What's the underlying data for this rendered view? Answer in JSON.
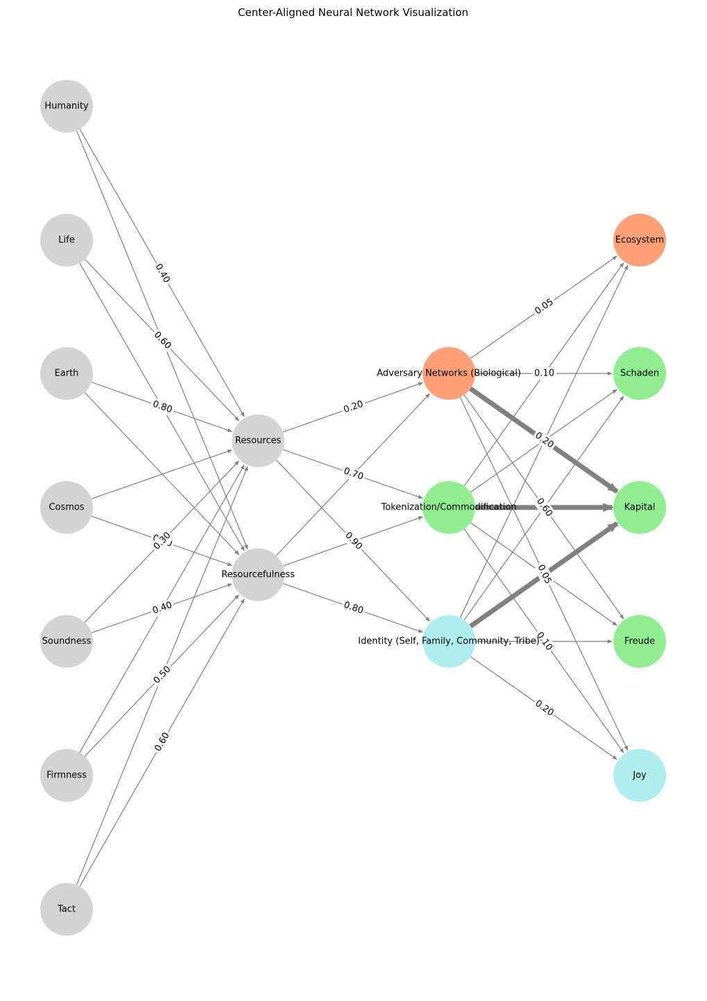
{
  "title": "Center-Aligned Neural Network Visualization",
  "colors": {
    "input": "#d3d3d3",
    "hidden": "#d3d3d3",
    "salmon": "#ffa07a",
    "green": "#90ee90",
    "cyan": "#afeeee",
    "edge": "#808080"
  },
  "nodes": [
    {
      "id": "humanity",
      "label": "Humanity",
      "color": "input"
    },
    {
      "id": "life",
      "label": "Life",
      "color": "input"
    },
    {
      "id": "earth",
      "label": "Earth",
      "color": "input"
    },
    {
      "id": "cosmos",
      "label": "Cosmos",
      "color": "input"
    },
    {
      "id": "soundness",
      "label": "Soundness",
      "color": "input"
    },
    {
      "id": "firmness",
      "label": "Firmness",
      "color": "input"
    },
    {
      "id": "tact",
      "label": "Tact",
      "color": "input"
    },
    {
      "id": "resources",
      "label": "Resources",
      "color": "hidden"
    },
    {
      "id": "resourcefulness",
      "label": "Resourcefulness",
      "color": "hidden"
    },
    {
      "id": "adversary",
      "label": "Adversary Networks (Biological)",
      "color": "salmon"
    },
    {
      "id": "tokenization",
      "label": "Tokenization/Commodification",
      "color": "green"
    },
    {
      "id": "identity",
      "label": "Identity (Self, Family, Community, Tribe)",
      "color": "cyan"
    },
    {
      "id": "ecosystem",
      "label": "Ecosystem",
      "color": "salmon"
    },
    {
      "id": "schaden",
      "label": "Schaden",
      "color": "green"
    },
    {
      "id": "kapital",
      "label": "Kapital",
      "color": "green"
    },
    {
      "id": "freude",
      "label": "Freude",
      "color": "green"
    },
    {
      "id": "joy",
      "label": "Joy",
      "color": "cyan"
    }
  ],
  "edges": [
    {
      "from": "humanity",
      "to": "resources",
      "label": "0.40"
    },
    {
      "from": "humanity",
      "to": "resourcefulness",
      "label": ""
    },
    {
      "from": "life",
      "to": "resources",
      "label": "0.60"
    },
    {
      "from": "life",
      "to": "resourcefulness",
      "label": ""
    },
    {
      "from": "earth",
      "to": "resources",
      "label": "0.80"
    },
    {
      "from": "earth",
      "to": "resourcefulness",
      "label": ""
    },
    {
      "from": "cosmos",
      "to": "resources",
      "label": ""
    },
    {
      "from": "cosmos",
      "to": "resourcefulness",
      "label": "0.70"
    },
    {
      "from": "soundness",
      "to": "resources",
      "label": "0.30"
    },
    {
      "from": "soundness",
      "to": "resourcefulness",
      "label": "0.40"
    },
    {
      "from": "firmness",
      "to": "resources",
      "label": ""
    },
    {
      "from": "firmness",
      "to": "resourcefulness",
      "label": "0.50"
    },
    {
      "from": "tact",
      "to": "resources",
      "label": ""
    },
    {
      "from": "tact",
      "to": "resourcefulness",
      "label": "0.60"
    },
    {
      "from": "resources",
      "to": "adversary",
      "label": "0.20"
    },
    {
      "from": "resources",
      "to": "tokenization",
      "label": "0.70"
    },
    {
      "from": "resources",
      "to": "identity",
      "label": "0.90"
    },
    {
      "from": "resourcefulness",
      "to": "adversary",
      "label": ""
    },
    {
      "from": "resourcefulness",
      "to": "tokenization",
      "label": ""
    },
    {
      "from": "resourcefulness",
      "to": "identity",
      "label": "0.80"
    },
    {
      "from": "adversary",
      "to": "ecosystem",
      "label": "0.05"
    },
    {
      "from": "adversary",
      "to": "schaden",
      "label": "0.10"
    },
    {
      "from": "adversary",
      "to": "kapital",
      "label": "0.20",
      "bold": true
    },
    {
      "from": "adversary",
      "to": "freude",
      "label": "0.60"
    },
    {
      "from": "adversary",
      "to": "joy",
      "label": "0.05"
    },
    {
      "from": "tokenization",
      "to": "ecosystem",
      "label": ""
    },
    {
      "from": "tokenization",
      "to": "schaden",
      "label": ""
    },
    {
      "from": "tokenization",
      "to": "kapital",
      "label": "",
      "bold": true
    },
    {
      "from": "tokenization",
      "to": "freude",
      "label": ""
    },
    {
      "from": "tokenization",
      "to": "joy",
      "label": "0.10"
    },
    {
      "from": "identity",
      "to": "ecosystem",
      "label": ""
    },
    {
      "from": "identity",
      "to": "schaden",
      "label": ""
    },
    {
      "from": "identity",
      "to": "kapital",
      "label": "",
      "bold": true
    },
    {
      "from": "identity",
      "to": "freude",
      "label": ""
    },
    {
      "from": "identity",
      "to": "joy",
      "label": "0.20"
    }
  ]
}
